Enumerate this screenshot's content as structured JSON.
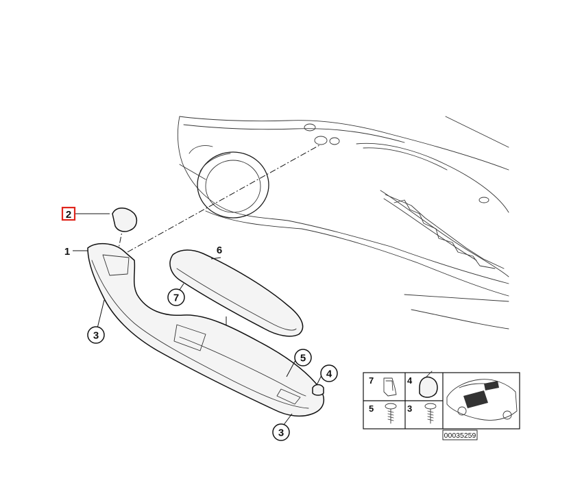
{
  "callouts": {
    "c1": "1",
    "c2": "2",
    "c3a": "3",
    "c3b": "3",
    "c4": "4",
    "c5": "5",
    "c6": "6",
    "c7": "7"
  },
  "legend": {
    "cell1": "7",
    "cell2": "4",
    "cell3": "5",
    "cell4": "3"
  },
  "reference_number": "00035259",
  "colors": {
    "highlight": "#e0251b",
    "line": "#111111"
  }
}
